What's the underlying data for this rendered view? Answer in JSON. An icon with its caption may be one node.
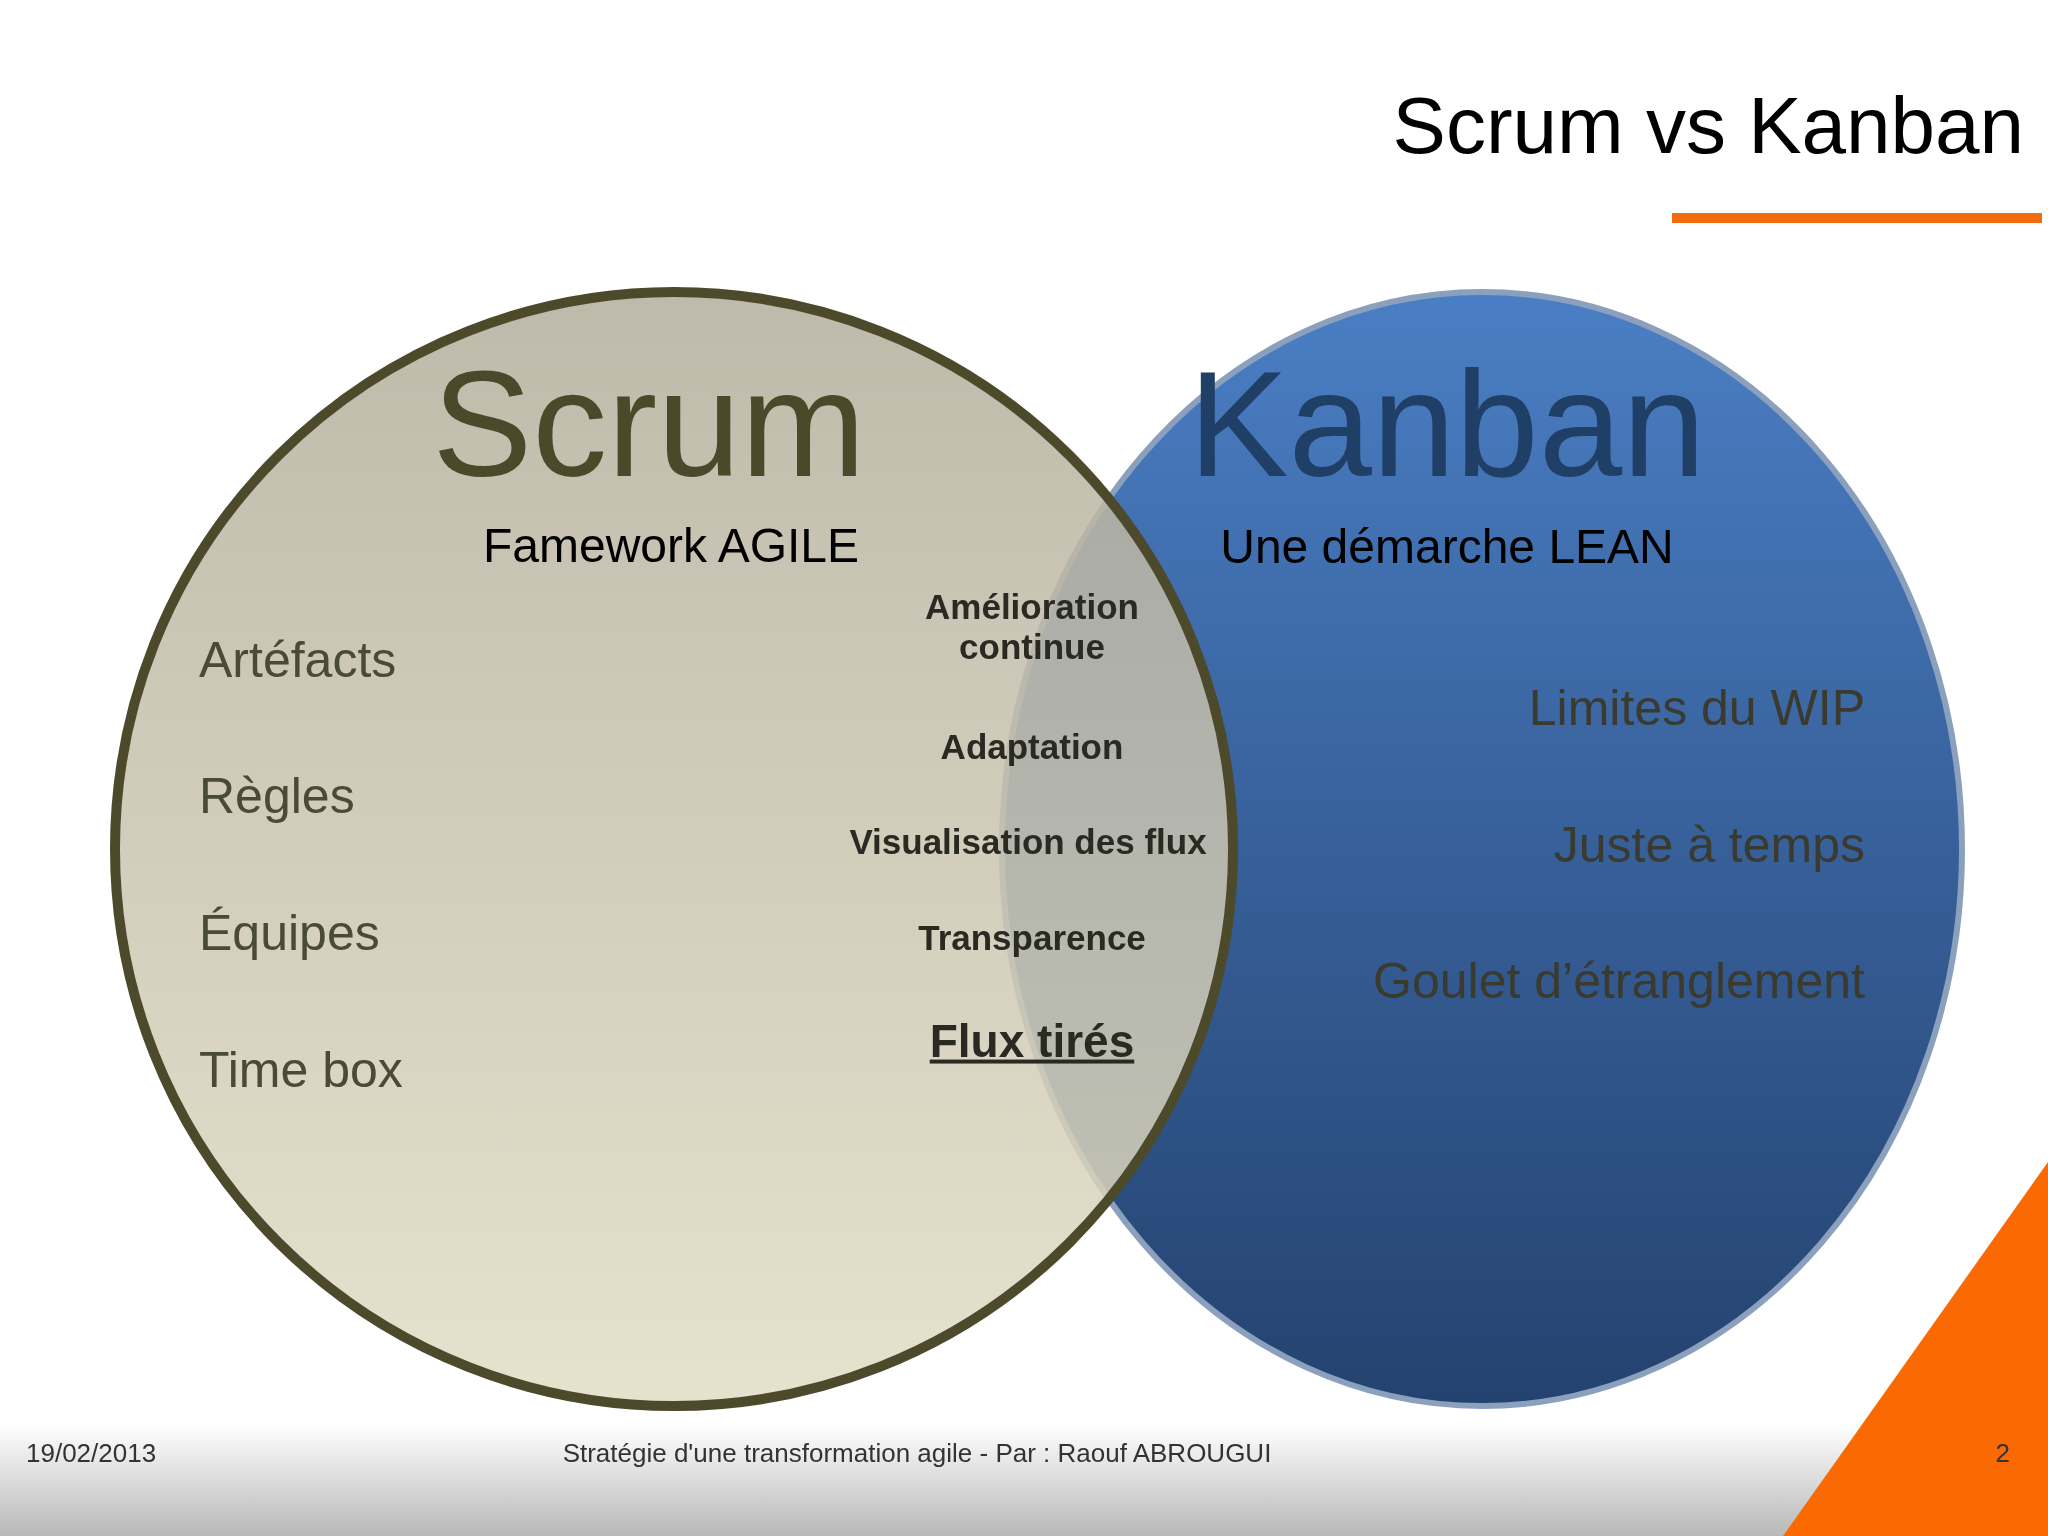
{
  "diagram": {
    "title": "Scrum vs Kanban",
    "nodes": [
      {
        "text": [
          "Scrum",
          "Famework AGILE",
          "Artéfacts",
          "Règles",
          "Équipes",
          "Time box"
        ]
      },
      {
        "text": [
          "Kanban",
          "Une démarche LEAN",
          "Limites du WIP",
          "Juste à temps",
          "Goulet d’étranglement"
        ]
      }
    ],
    "labels": [
      "Amélioration continue",
      "Adaptation",
      "Visualisation des flux",
      "Transparence",
      "Flux tirés",
      "19/02/2013",
      "Stratégie d'une transformation agile - Par : Raouf ABROUGUI",
      "2"
    ]
  }
}
